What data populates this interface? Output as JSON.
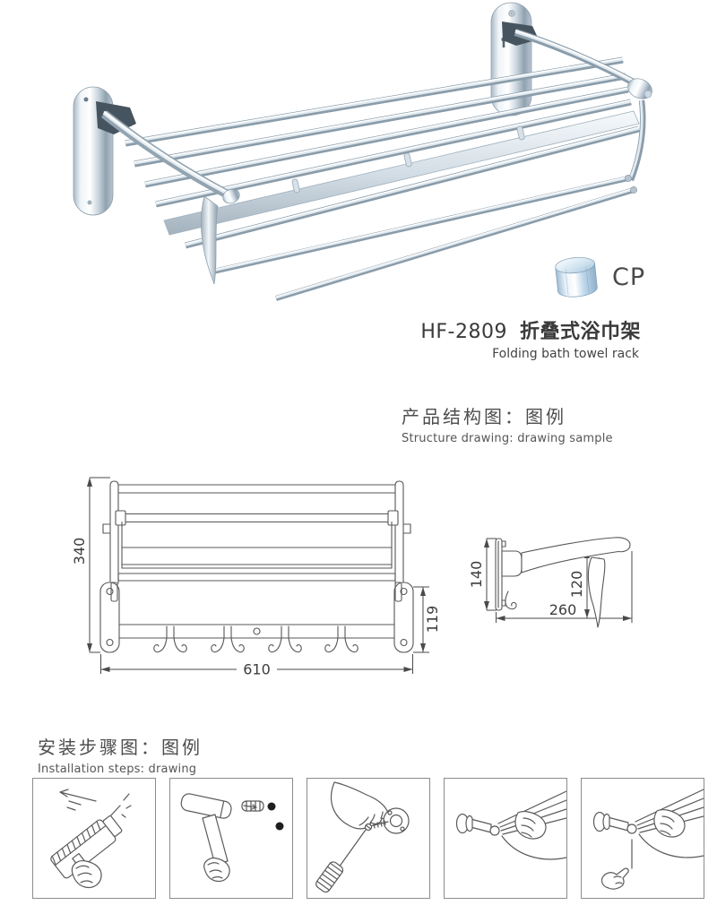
{
  "product": {
    "model": "HF-2809",
    "name_zh": "折叠式浴巾架",
    "name_en": "Folding bath towel rack",
    "finish_code": "CP"
  },
  "sections": {
    "structure": {
      "title_zh": "产品结构图：图例",
      "title_en": "Structure drawing: drawing sample"
    },
    "installation": {
      "title_zh": "安装步骤图：图例",
      "title_en": "Installation steps: drawing",
      "steps": [
        "electric-drill-icon",
        "hammer-wall-anchor-icon",
        "screwdriver-screw-flange-icon",
        "hang-rack-on-post-icon",
        "hex-key-tighten-icon"
      ]
    }
  },
  "dimensions": {
    "front_view": {
      "height": "340",
      "hook_section_height": "119",
      "width": "610"
    },
    "side_view": {
      "plate_height": "140",
      "inner_height": "120",
      "depth": "260"
    }
  },
  "colors": {
    "line": "#575757",
    "text": "#3d3d3d",
    "chrome_light": "#f4f8fb",
    "chrome_mid": "#b9c7d2",
    "chrome_dark": "#8a9caa",
    "cp_blue": "#bcd6ea"
  }
}
